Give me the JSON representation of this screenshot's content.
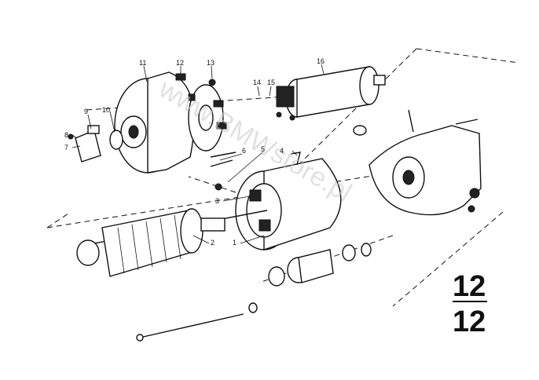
{
  "callouts": [
    {
      "id": "c1",
      "text": "1"
    },
    {
      "id": "c2",
      "text": "2"
    },
    {
      "id": "c3",
      "text": "3"
    },
    {
      "id": "c4",
      "text": "4"
    },
    {
      "id": "c5",
      "text": "5"
    },
    {
      "id": "c6",
      "text": "6"
    },
    {
      "id": "c7",
      "text": "7"
    },
    {
      "id": "c8",
      "text": "8"
    },
    {
      "id": "c9",
      "text": "9"
    },
    {
      "id": "c10",
      "text": "10"
    },
    {
      "id": "c11",
      "text": "11"
    },
    {
      "id": "c12",
      "text": "12"
    },
    {
      "id": "c13",
      "text": "13"
    },
    {
      "id": "c14",
      "text": "14"
    },
    {
      "id": "c15",
      "text": "15"
    },
    {
      "id": "c16",
      "text": "16"
    }
  ],
  "page_ref": {
    "numerator": "12",
    "denominator": "12"
  },
  "watermark": "www.BMWstore.pl"
}
